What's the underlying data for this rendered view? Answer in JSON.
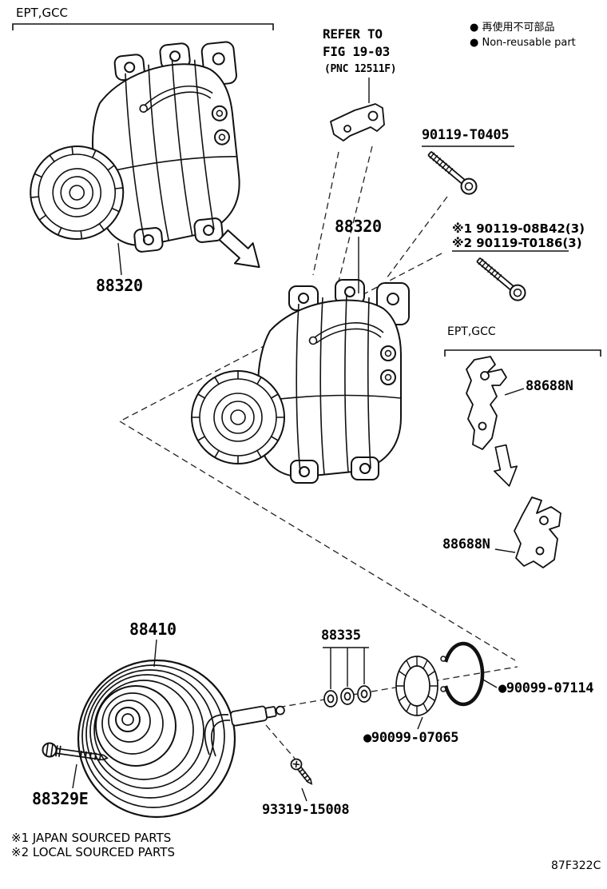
{
  "header": {
    "region_top": "EPT,GCC",
    "refer_line1": "REFER TO",
    "refer_line2": "FIG 19-03",
    "refer_line3": "(PNC 12511F)",
    "legend_nonreusable_jp": "● 再使用不可部品",
    "legend_nonreusable_en": "● Non-reusable part"
  },
  "parts": {
    "compressor_top_label": "88320",
    "compressor_center_label": "88320",
    "mount_bolt": "90119-T0405",
    "bracket_bolt_note1": "※1 90119-08B42(3)",
    "bracket_bolt_note2": "※2 90119-T0186(3)",
    "region_right": "EPT,GCC",
    "bracket_upper_label": "88688N",
    "bracket_lower_label": "88688N",
    "clutch_pulley_label": "88410",
    "pulley_bolt_label": "88329E",
    "washer_set_label": "88335",
    "plate_washer_label": "●90099-07065",
    "snap_ring_label": "●90099-07114",
    "screw_label": "93319-15008"
  },
  "footnotes": {
    "note1": "※1 JAPAN SOURCED PARTS",
    "note2": "※2 LOCAL SOURCED PARTS"
  },
  "figure_code": "87F322C"
}
